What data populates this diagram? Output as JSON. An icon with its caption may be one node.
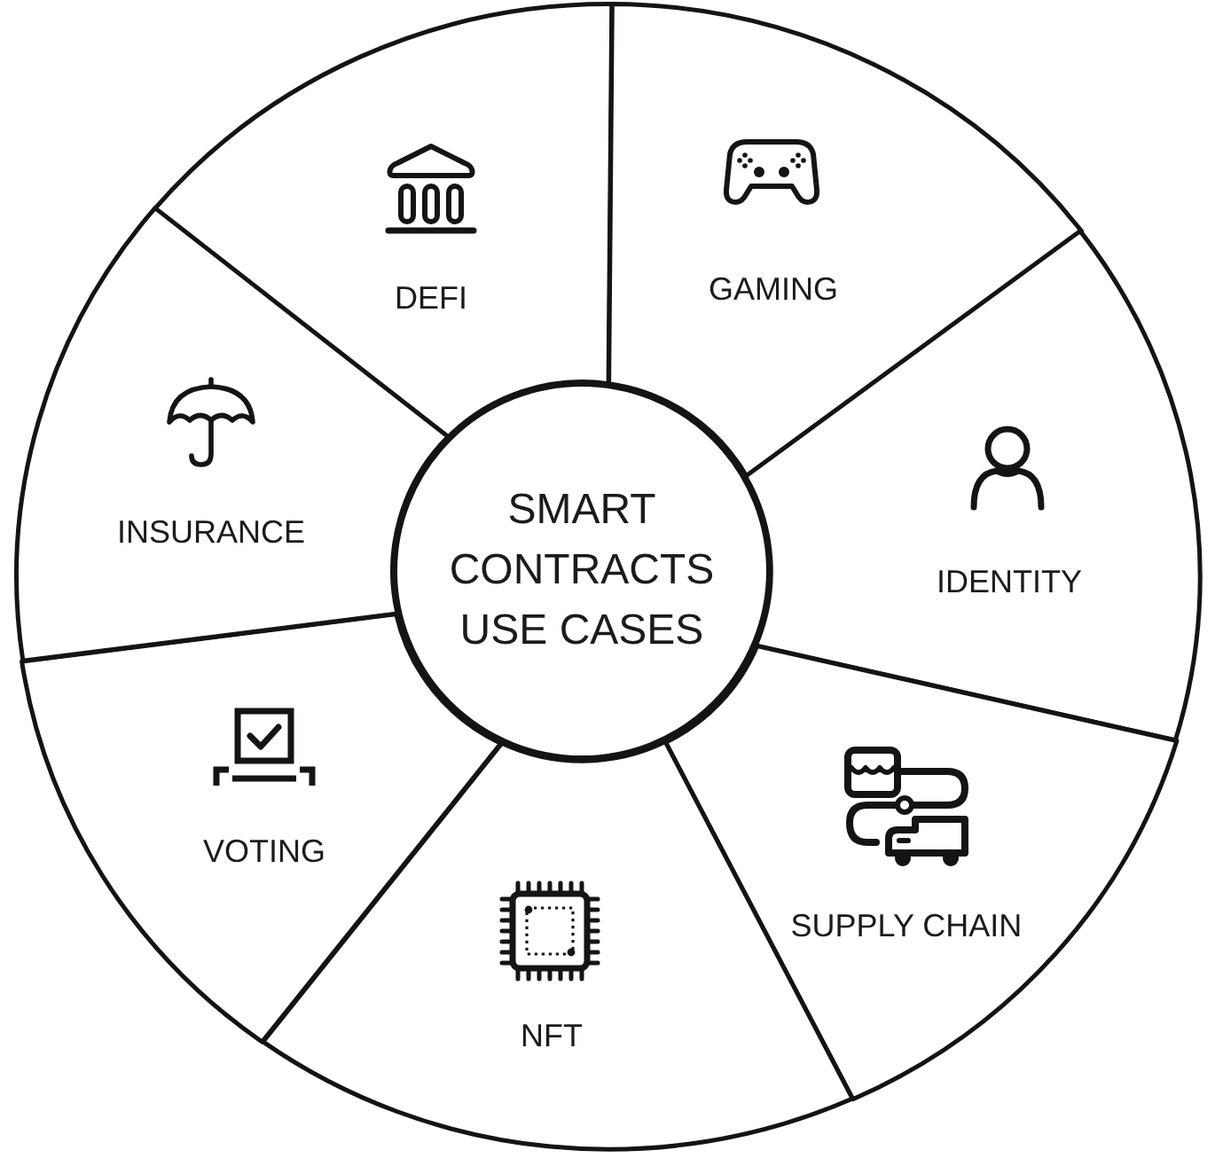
{
  "diagram": {
    "nodes": [
      {
        "text": [
          "SMART CONTRACTS USE CASES"
        ]
      },
      {
        "text": [
          "DEFI"
        ]
      },
      {
        "text": [
          "GAMING"
        ]
      },
      {
        "text": [
          "IDENTITY"
        ]
      },
      {
        "text": [
          "SUPPLY CHAIN"
        ]
      },
      {
        "text": [
          "NFT"
        ]
      },
      {
        "text": [
          "VOTING"
        ]
      },
      {
        "text": [
          "INSURANCE"
        ]
      }
    ]
  }
}
